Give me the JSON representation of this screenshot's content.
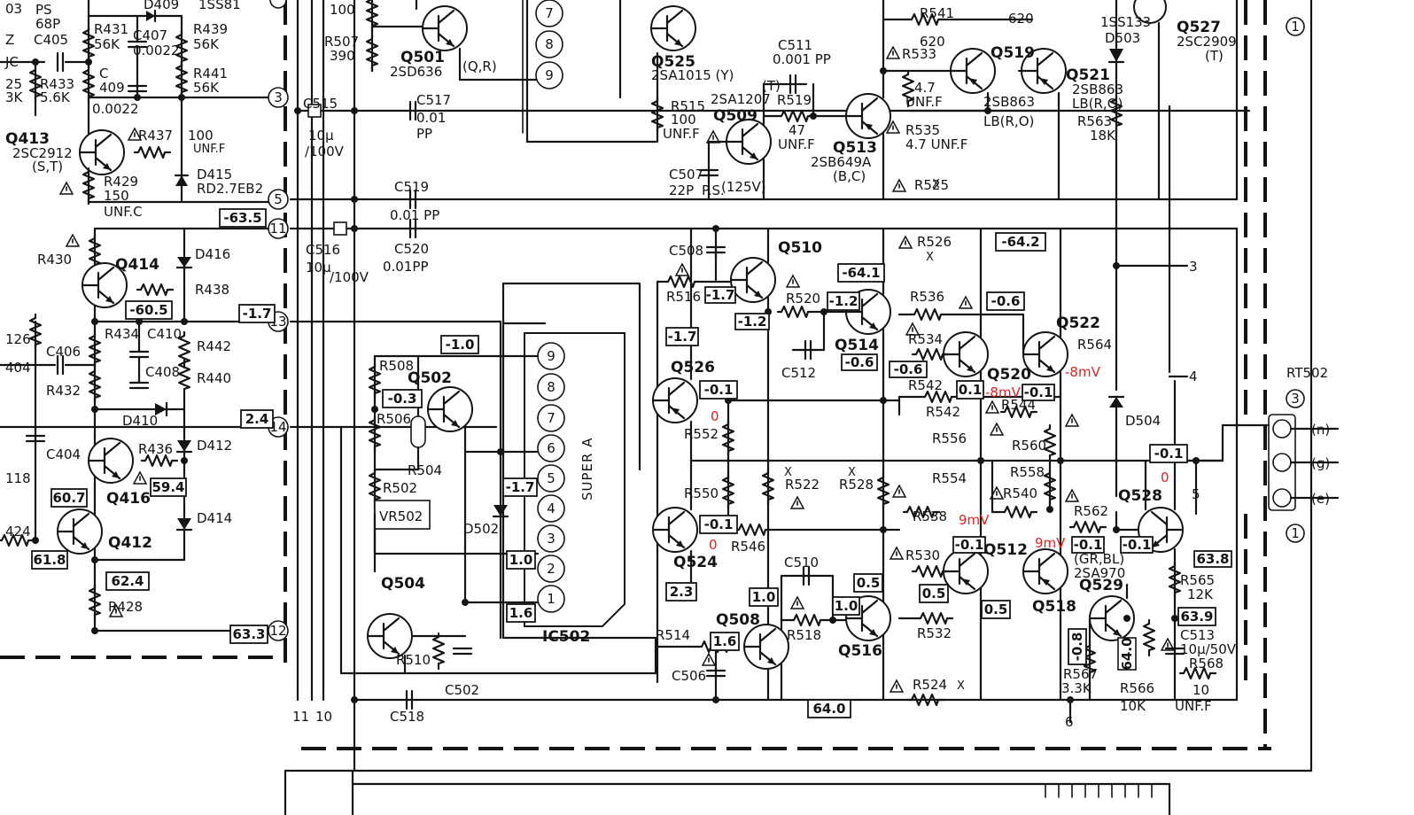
{
  "transistors": [
    {
      "ref": "Q413",
      "type": "2SC2912",
      "suffix": "(S,T)"
    },
    {
      "ref": "Q414",
      "type": "",
      "suffix": ""
    },
    {
      "ref": "Q416",
      "type": "",
      "suffix": ""
    },
    {
      "ref": "Q412",
      "type": "",
      "suffix": ""
    },
    {
      "ref": "Q501",
      "type": "2SD636",
      "suffix": "(Q,R)"
    },
    {
      "ref": "Q502",
      "type": "",
      "suffix": ""
    },
    {
      "ref": "Q504",
      "type": "",
      "suffix": ""
    },
    {
      "ref": "Q525",
      "type": "2SA1015 (Y)",
      "suffix": ""
    },
    {
      "ref": "Q509",
      "type": "2SA1207",
      "suffix": "(T)"
    },
    {
      "ref": "Q513",
      "type": "2SB649A",
      "suffix": "(B,C)"
    },
    {
      "ref": "Q519",
      "type": "2SB863",
      "suffix": "LB(R,O)"
    },
    {
      "ref": "Q521",
      "type": "2SB863",
      "suffix": "LB(R,O)"
    },
    {
      "ref": "Q527",
      "type": "2SC2909",
      "suffix": "(T)"
    },
    {
      "ref": "Q510",
      "type": "",
      "suffix": ""
    },
    {
      "ref": "Q514",
      "type": "",
      "suffix": ""
    },
    {
      "ref": "Q520",
      "type": "",
      "suffix": ""
    },
    {
      "ref": "Q522",
      "type": "",
      "suffix": ""
    },
    {
      "ref": "Q526",
      "type": "",
      "suffix": ""
    },
    {
      "ref": "Q524",
      "type": "",
      "suffix": ""
    },
    {
      "ref": "Q508",
      "type": "",
      "suffix": ""
    },
    {
      "ref": "Q512",
      "type": "",
      "suffix": ""
    },
    {
      "ref": "Q516",
      "type": "",
      "suffix": ""
    },
    {
      "ref": "Q518",
      "type": "(GR,BL)",
      "suffix": "2SA970"
    },
    {
      "ref": "Q528",
      "type": "",
      "suffix": ""
    },
    {
      "ref": "Q529",
      "type": "",
      "suffix": ""
    }
  ],
  "labels": {
    "PS": "PS",
    "C405v": "68P",
    "C405": "C405",
    "JC": "JC",
    "D409": "D409",
    "ISS81": "1SS81",
    "R431": "R431",
    "R431v": "56K",
    "C407": "C407",
    "C407v": "0.0022",
    "R439": "R439",
    "R439v": "56K",
    "C409": "C",
    "C409b": "409",
    "C409v": "0.0022",
    "R441": "R441",
    "R441v": "56K",
    "R433": "R433",
    "R433v": "5.6K",
    "n25": "25",
    "n3K": "3K",
    "n03": "03",
    "nZ": "Z",
    "R437": "R437",
    "R437v": "100",
    "R437f": "UNF.F",
    "D415": "D415",
    "D415v": "RD2.7EB2",
    "R429": "R429",
    "R429v": "150",
    "R429f": "UNF.C",
    "R430": "R430",
    "D416": "D416",
    "R438": "R438",
    "n126": "126",
    "C406": "C406",
    "R434": "R434",
    "C410": "C410",
    "R442": "R442",
    "n404": "404",
    "R432": "R432",
    "C408": "C408",
    "R440": "R440",
    "D410": "D410",
    "C404": "C404",
    "n118": "118",
    "R436": "R436",
    "D412": "D412",
    "D414": "D414",
    "n424": "424",
    "R428": "R428",
    "n100": "100",
    "R507": "R507",
    "R507v": "390",
    "C515": "C515",
    "C515v": "10μ",
    "C515r": "/100V",
    "C517": "C517",
    "C517v": "0.01",
    "C517t": "PP",
    "C519": "C519",
    "C519v": "0.01 PP",
    "C516": "C516",
    "C516v": "10μ",
    "C516r": "/100V",
    "C520": "C520",
    "C520v": "0.01PP",
    "R508": "R508",
    "R506": "R506",
    "R504": "R504",
    "R502": "R502",
    "VR502": "VR502",
    "IC502": "IC502",
    "SUPERA": "SUPER A",
    "D502": "D502",
    "R510": "R510",
    "C502": "C502",
    "C518": "C518",
    "R515": "R515",
    "R515v": "100",
    "R515f": "UNF.F",
    "C507": "C507",
    "C507v": "22P",
    "C507r": "P.S.",
    "C507w": "(125V)",
    "C511": "C511",
    "C511v": "0.001 PP",
    "R519": "R519",
    "R519v": "47",
    "R519f": "UNF.F",
    "R541": "R541",
    "n620a": "620",
    "n620b": "620",
    "R533": "R533",
    "R533v": "4.7",
    "R533f": "UNF.F",
    "R535": "R535",
    "R535v": "4.7 UNF.F",
    "R525": "R525",
    "ISS133": "1SS133",
    "D503": "D503",
    "R563": "R563",
    "R563v": "18K",
    "C508": "C508",
    "R516": "R516",
    "R520": "R520",
    "C512": "C512",
    "R526": "R526",
    "R536": "R536",
    "R534": "R534",
    "R564": "R564",
    "R542a": "R542",
    "R542b": "R542",
    "R544": "R544",
    "R552": "R552",
    "R556": "R556",
    "R560": "R560",
    "R554": "R554",
    "R558": "R558",
    "R522": "R522",
    "R528": "R528",
    "R550": "R550",
    "R540": "R540",
    "R538": "R538",
    "R546": "R546",
    "R562": "R562",
    "R530": "R530",
    "R532": "R532",
    "C510": "C510",
    "R518": "R518",
    "R514": "R514",
    "C506": "C506",
    "R524": "R524",
    "D504": "D504",
    "R565": "R565",
    "R565v": "12K",
    "C513": "C513",
    "C513v": "10μ/50V",
    "R567": "R567",
    "R567v": "3.3K",
    "R566": "R566",
    "R566v": "10K",
    "R568": "R568",
    "R568v": "10",
    "R568f": "UNF.F",
    "RT502": "RT502",
    "n_n": "(n)",
    "n_g": "(g)",
    "n_e": "(e)",
    "X": "X",
    "six": "6",
    "five": "5",
    "three": "3",
    "four": "4",
    "eleven": "11",
    "ten": "10"
  },
  "voltages": {
    "v635": "-63.5",
    "v605": "-60.5",
    "v17a": "-1.7",
    "v24": "2.4",
    "v607": "60.7",
    "v594": "59.4",
    "v618": "61.8",
    "v624": "62.4",
    "v633": "63.3",
    "v10n": "-1.0",
    "v03": "-0.3",
    "v17b": "-1.7",
    "v17c": "-1.7",
    "v17d": "-1.7",
    "v10": "1.0",
    "v16": "1.6",
    "v642": "-64.2",
    "v641": "-64.1",
    "v12a": "-1.2",
    "v12b": "-1.2",
    "v06a": "-0.6",
    "v06b": "-0.6",
    "v06c": "-0.6",
    "v01a": "-0.1",
    "v01b": "0.1",
    "v01c": "-0.1",
    "v01d": "-0.1",
    "v01e": "-0.1",
    "v01f": "-0.1",
    "v01g": "-0.1",
    "v01h": "-0.1",
    "v23": "2.3",
    "v10b": "1.0",
    "v10c": "1.0",
    "v16b": "1.6",
    "v05a": "0.5",
    "v05b": "0.5",
    "v05c": "0.5",
    "v640": "64.0",
    "v639": "63.9",
    "v638": "63.8",
    "v08": "-0.8",
    "v640b": "64.0"
  },
  "measurements": {
    "m_q526": "0",
    "m_q524": "0",
    "m_q520": "-8mV",
    "m_q522": "-8mV",
    "m_q516": "9mV",
    "m_q518": "9mV",
    "m_q528": "0"
  },
  "pins": [
    "1",
    "2",
    "3",
    "4",
    "5",
    "6",
    "7",
    "8",
    "9"
  ],
  "connectors": [
    "3",
    "5",
    "11",
    "13",
    "14",
    "12",
    "1",
    "3",
    "1"
  ]
}
